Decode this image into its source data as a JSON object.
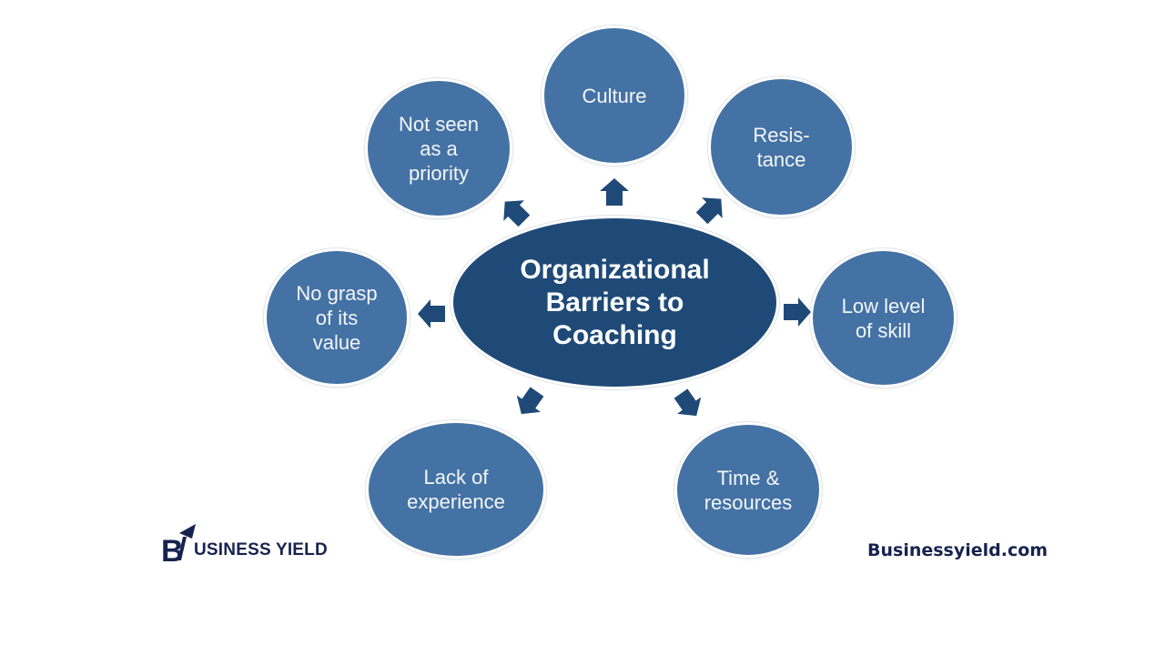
{
  "diagram": {
    "title": "Organizational\nBarriers to\nCoaching",
    "colors": {
      "center_fill": "#1f4a78",
      "node_fill": "#4472a4",
      "arrow_fill": "#1f4a78",
      "text": "#ffffff"
    },
    "barriers": [
      {
        "id": "culture",
        "label": "Culture"
      },
      {
        "id": "resistance",
        "label": "Resis-\ntance"
      },
      {
        "id": "low-skill",
        "label": "Low level\nof skill"
      },
      {
        "id": "time-resources",
        "label": "Time &\nresources"
      },
      {
        "id": "lack-experience",
        "label": "Lack of\nexperience"
      },
      {
        "id": "no-grasp-value",
        "label": "No grasp\nof its\nvalue"
      },
      {
        "id": "not-priority",
        "label": "Not seen\nas a\npriority"
      }
    ]
  },
  "branding": {
    "logo_letter": "B",
    "logo_text": "USINESS YIELD",
    "website": "Businessyield.com",
    "brand_color": "#17234f"
  }
}
